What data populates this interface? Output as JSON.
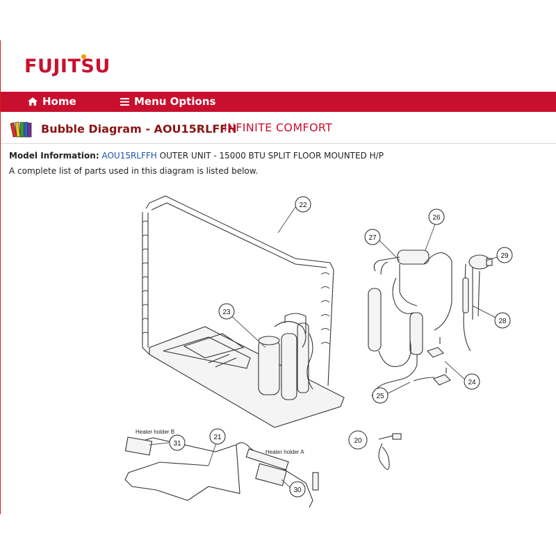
{
  "brand": {
    "name": "FUJITSU"
  },
  "nav": {
    "home_label": "Home",
    "menu_label": "Menu Options"
  },
  "title": {
    "page_title": "Bubble Diagram - AOU15RLFFH",
    "tagline": "INFINITE COMFORT"
  },
  "model": {
    "label": "Model Information:",
    "code": "AOU15RLFFH",
    "description": "OUTER UNIT - 15000 BTU SPLIT FLOOR MOUNTED H/P"
  },
  "intro": "A complete list of parts used in this diagram is listed below.",
  "diagram": {
    "bubbles": [
      "22",
      "23",
      "26",
      "27",
      "29",
      "28",
      "24",
      "25",
      "21",
      "31",
      "20",
      "30"
    ],
    "captions": [
      "Heater holder B",
      "Heater holder A"
    ]
  },
  "colors": {
    "brand_red": "#c8102e",
    "title_red": "#8a1515",
    "link_blue": "#1a55a5"
  },
  "icons": [
    "home-icon",
    "menu-icon",
    "parts-book-icon"
  ]
}
